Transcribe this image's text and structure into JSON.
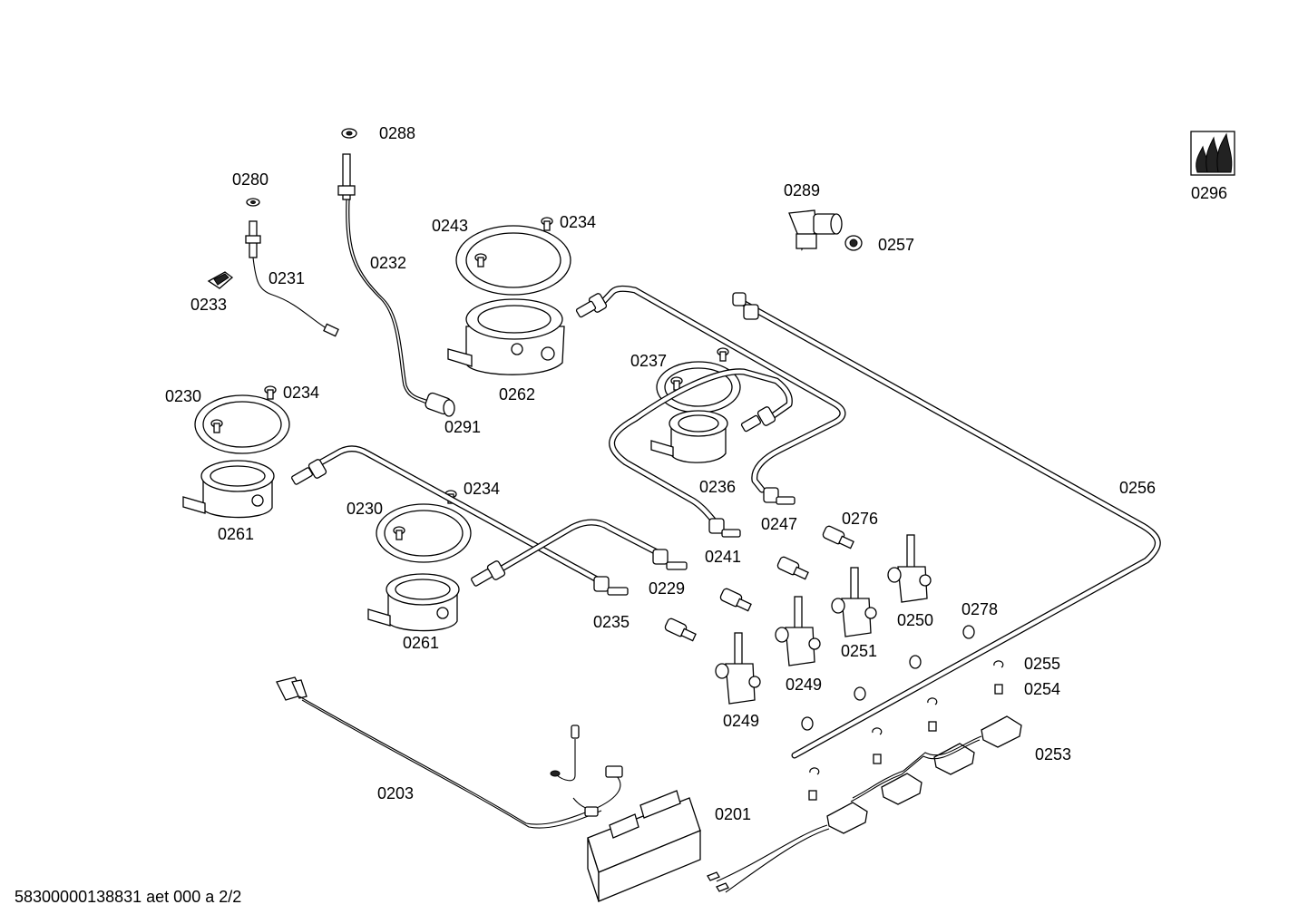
{
  "labels": {
    "p0288": "0288",
    "p0280": "0280",
    "p0231": "0231",
    "p0233": "0233",
    "p0232": "0232",
    "p0243": "0243",
    "p0234a": "0234",
    "p0262": "0262",
    "p0291": "0291",
    "p0289": "0289",
    "p0257": "0257",
    "p0296": "0296",
    "p0230a": "0230",
    "p0234b": "0234",
    "p0261a": "0261",
    "p0237": "0237",
    "p0236": "0236",
    "p0256": "0256",
    "p0247": "0247",
    "p0234c": "0234",
    "p0230b": "0230",
    "p0261b": "0261",
    "p0241": "0241",
    "p0276": "0276",
    "p0229": "0229",
    "p0235": "0235",
    "p0250": "0250",
    "p0278": "0278",
    "p0251": "0251",
    "p0249a": "0249",
    "p0249b": "0249",
    "p0255": "0255",
    "p0254": "0254",
    "p0253": "0253",
    "p0203": "0203",
    "p0201": "0201"
  },
  "footer": {
    "doc_id": "58300000138831 aet 000 a 2/2"
  }
}
